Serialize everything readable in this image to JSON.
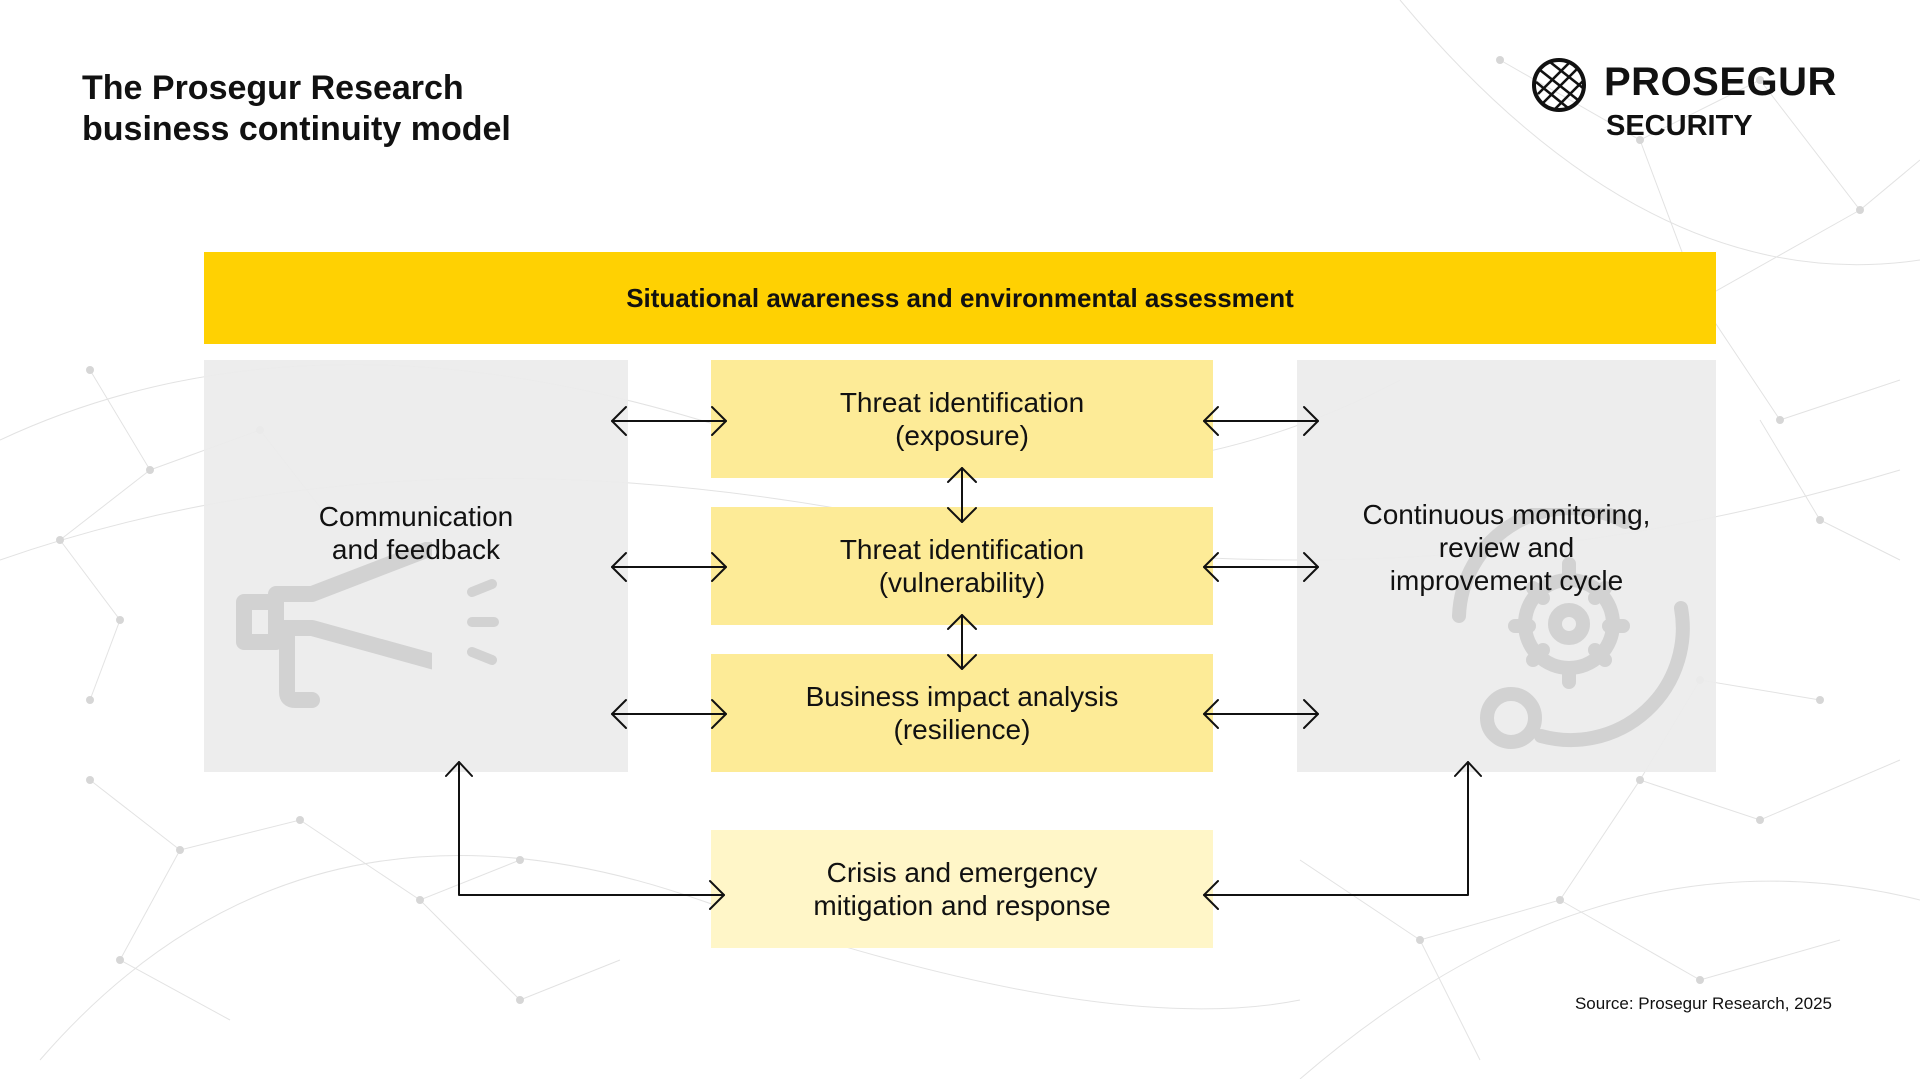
{
  "page": {
    "title_line1": "The Prosegur Research",
    "title_line2": "business continuity model"
  },
  "logo": {
    "brand": "PROSEGUR",
    "tagline": "SECURITY"
  },
  "banner": {
    "label": "Situational awareness and environmental assessment",
    "color": "#ffd102"
  },
  "left_panel": {
    "label": "Communication\nand feedback",
    "icon": "megaphone-icon"
  },
  "right_panel": {
    "label": "Continuous monitoring,\nreview and\nimprovement cycle",
    "icon": "gear-cycle-icon"
  },
  "steps": [
    {
      "label": "Threat identification\n(exposure)"
    },
    {
      "label": "Threat identification\n(vulnerability)"
    },
    {
      "label": "Business impact analysis\n(resilience)"
    }
  ],
  "response_box": {
    "label": "Crisis and emergency\nmitigation and response"
  },
  "colors": {
    "accent": "#ffd102",
    "step_fill": "#fdeb97",
    "response_fill": "#fff6c8",
    "panel_fill": "#ececec"
  },
  "source": "Source: Prosegur Research, 2025"
}
